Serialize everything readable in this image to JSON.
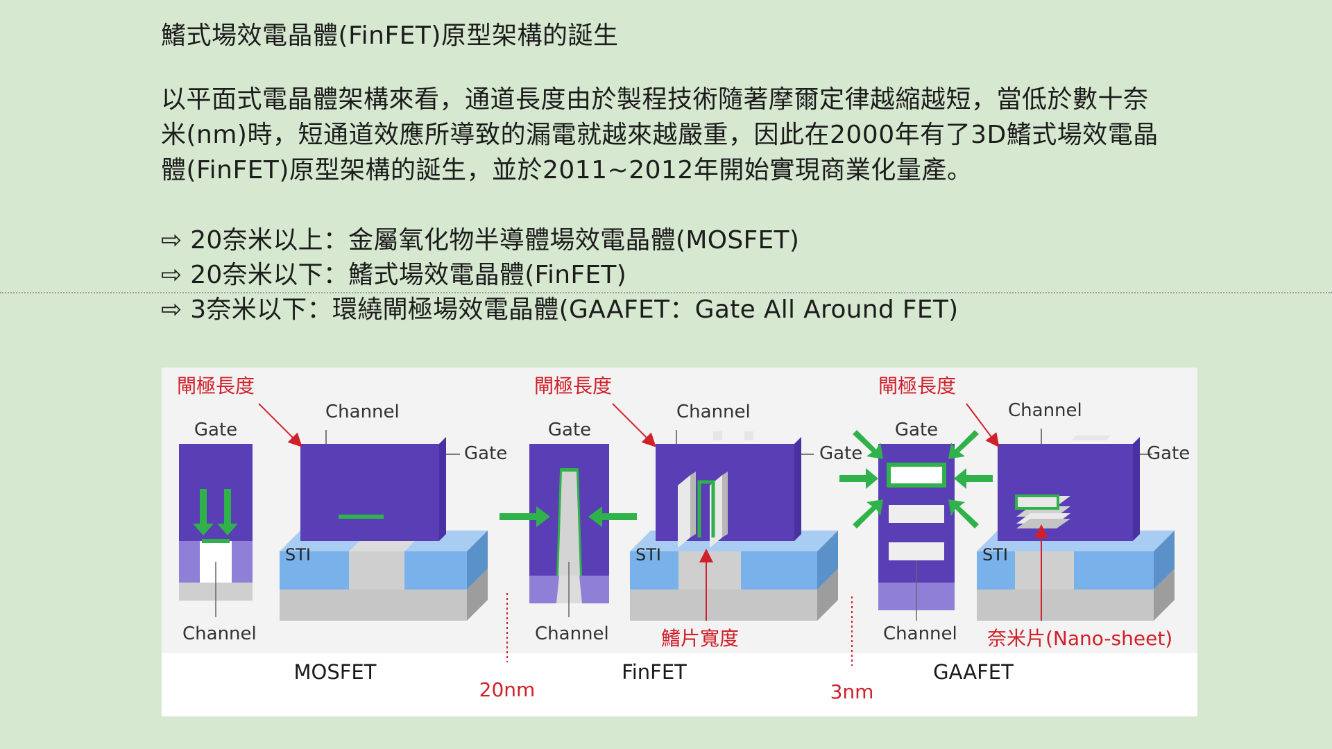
{
  "title": "鰭式場效電晶體(FinFET)原型架構的誕生",
  "paragraph": [
    "以平面式電晶體架構來看，通道長度由於製程技術隨著摩爾定律越縮越短，當低於數十奈",
    "米(nm)時，短通道效應所導致的漏電就越來越嚴重，因此在2000年有了3D鰭式場效電晶",
    "體(FinFET)原型架構的誕生，並於2011~2012年開始實現商業化量產。"
  ],
  "bullets": [
    "⇨ 20奈米以上：金屬氧化物半導體場效電晶體(MOSFET)",
    "⇨ 20奈米以下：鰭式場效電晶體(FinFET)",
    "⇨ 3奈米以下：環繞閘極場效電晶體(GAAFET：Gate All Around FET)"
  ],
  "figure": {
    "gate_length_label": "閘極長度",
    "gate_label": "Gate",
    "channel_label": "Channel",
    "sti_label": "STI",
    "fin_width_label": "鰭片寬度",
    "nanosheet_label": "奈米片(Nano-sheet)",
    "mosfet_label": "MOSFET",
    "finfet_label": "FinFET",
    "gaafet_label": "GAAFET",
    "node_20": "20nm",
    "node_3": "3nm",
    "colors": {
      "gate_purple": "#5a3eb6",
      "gate_light": "#8f7fd6",
      "oxide_blue": "#79b2ea",
      "silicon_gray": "#cfcfcf",
      "green": "#2fb24a",
      "red": "#d0202a"
    }
  }
}
